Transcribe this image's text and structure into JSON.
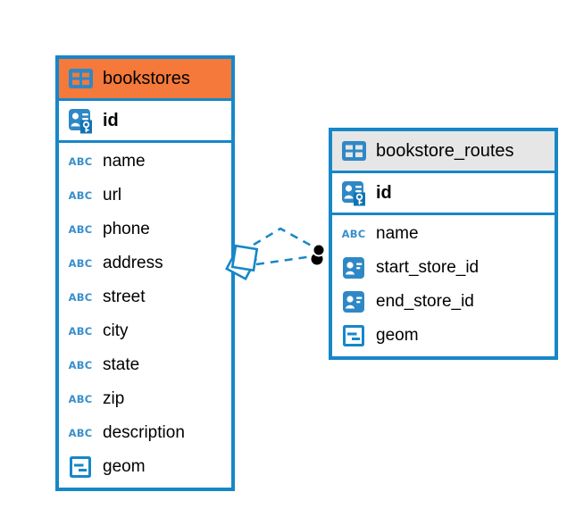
{
  "colors": {
    "accent_blue": "#1787C8",
    "icon_blue": "#2F88C6",
    "abc_blue": "#3A8FCB",
    "key_badge_blue": "#1173B4",
    "bookstores_header": "#F4793B",
    "routes_header": "#E6E6E6",
    "dot_black": "#000000"
  },
  "icons": {
    "varchar_label": "ABC"
  },
  "tables": [
    {
      "name": "bookstores",
      "header_color": "#F4793B",
      "primary_key": {
        "name": "id",
        "icon": "person-key-icon"
      },
      "columns": [
        {
          "name": "name",
          "type": "varchar"
        },
        {
          "name": "url",
          "type": "varchar"
        },
        {
          "name": "phone",
          "type": "varchar"
        },
        {
          "name": "address",
          "type": "varchar"
        },
        {
          "name": "street",
          "type": "varchar"
        },
        {
          "name": "city",
          "type": "varchar"
        },
        {
          "name": "state",
          "type": "varchar"
        },
        {
          "name": "zip",
          "type": "varchar"
        },
        {
          "name": "description",
          "type": "varchar"
        },
        {
          "name": "geom",
          "type": "geometry"
        }
      ]
    },
    {
      "name": "bookstore_routes",
      "header_color": "#E6E6E6",
      "primary_key": {
        "name": "id",
        "icon": "person-key-icon"
      },
      "columns": [
        {
          "name": "name",
          "type": "varchar"
        },
        {
          "name": "start_store_id",
          "type": "person-reference"
        },
        {
          "name": "end_store_id",
          "type": "person-reference"
        },
        {
          "name": "geom",
          "type": "geometry"
        }
      ]
    }
  ],
  "relationship": {
    "line_style": "dashed",
    "left_marker": "overlapping-squares-marker",
    "right_marker": "double-dot-marker"
  }
}
